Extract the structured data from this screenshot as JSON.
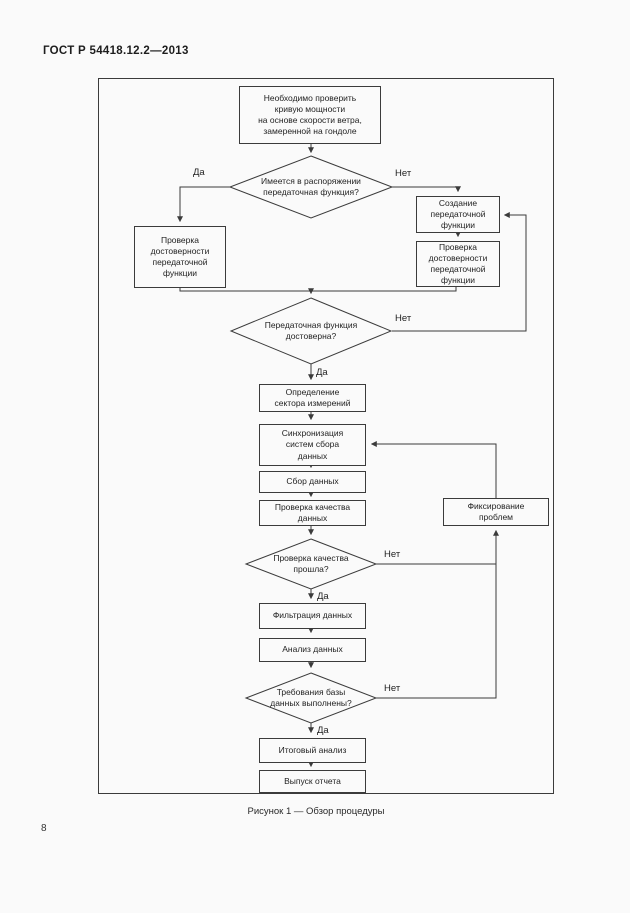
{
  "page": {
    "header": "ГОСТ Р 54418.12.2—2013",
    "page_number": "8",
    "figure_caption": "Рисунок 1 — Обзор процедуры"
  },
  "labels": {
    "yes": "Да",
    "no": "Нет"
  },
  "nodes": {
    "start": "Необходимо проверить\nкривую мощности\nна основе скорости ветра,\nзамеренной на гондоле",
    "decision_has_tf": "Имеется в распоряжении\nпередаточная функция?",
    "verify_tf_left": "Проверка\nдостоверности\nпередаточной\nфункции",
    "create_tf": "Создание\nпередаточной\nфункции",
    "verify_tf_right": "Проверка\nдостоверности\nпередаточной\nфункции",
    "decision_tf_valid": "Передаточная функция\nдостоверна?",
    "define_sector": "Определение\nсектора измерений",
    "sync_systems": "Синхронизация\nсистем сбора\nданных",
    "collect_data": "Сбор данных",
    "data_quality_check": "Проверка качества\nданных",
    "decision_quality_passed": "Проверка качества\nпрошла?",
    "log_problems": "Фиксирование\nпроблем",
    "filter_data": "Фильтрация данных",
    "analyze_data": "Анализ данных",
    "decision_db_req": "Требования базы\nданных выполнены?",
    "final_analysis": "Итоговый анализ",
    "issue_report": "Выпуск отчета"
  },
  "colors": {
    "line": "#3b3b3b",
    "text": "#1f1f1f",
    "page_bg": "#fafafa"
  }
}
